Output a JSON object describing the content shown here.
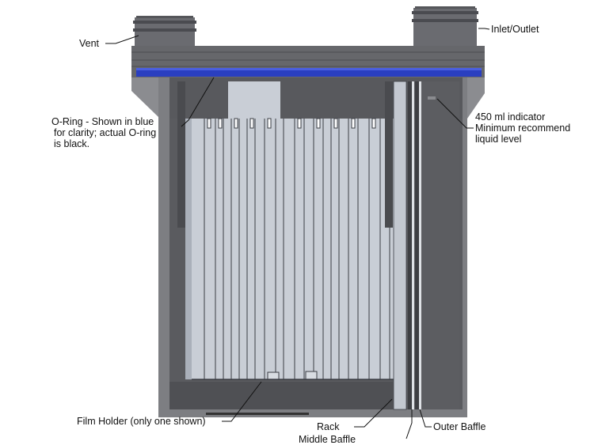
{
  "diagram": {
    "type": "cross-section",
    "subject": "Processing tank with film holder, rack and baffles",
    "colors": {
      "background": "#ffffff",
      "tank_body": "#7d7e82",
      "tank_dark": "#555659",
      "lid": "#5f6064",
      "o_ring": "#2a3fc0",
      "film_holder": "#c9ced6",
      "fin_lines": "#3a3d44",
      "leader_lines": "#111111"
    }
  },
  "labels": {
    "vent": "Vent",
    "inlet_outlet": "Inlet/Outlet",
    "o_ring_line1": "O-Ring - Shown in blue",
    "o_ring_line2": "for clarity; actual O-ring",
    "o_ring_line3": "is black.",
    "indicator_line1": "450 ml indicator",
    "indicator_line2": "Minimum recommend",
    "indicator_line3": "liquid level",
    "film_holder": "Film Holder (only one shown)",
    "rack": "Rack",
    "middle_baffle": "Middle Baffle",
    "outer_baffle": "Outer Baffle"
  }
}
